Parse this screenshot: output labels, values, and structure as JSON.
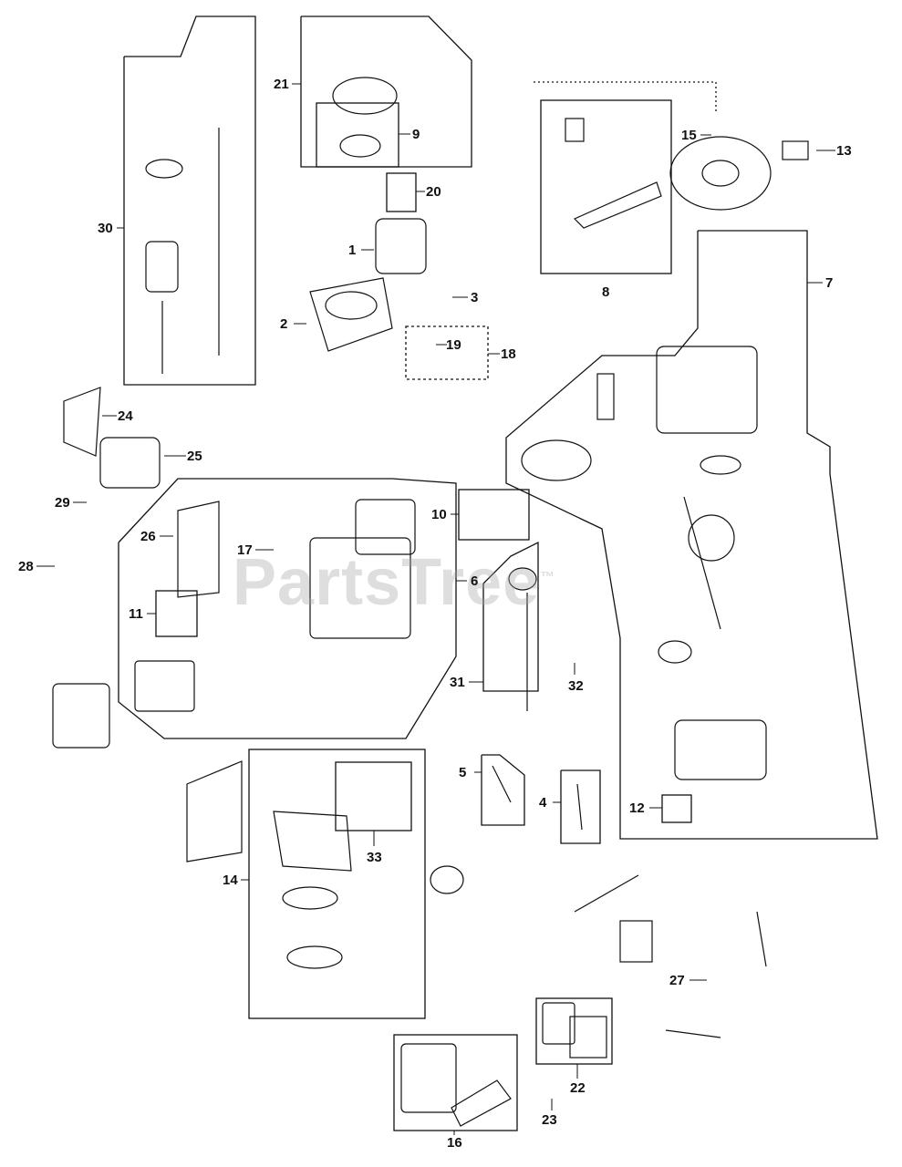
{
  "watermark": "PartsTree",
  "trademark": "™",
  "labels": [
    "30",
    "21",
    "9",
    "20",
    "1",
    "3",
    "2",
    "19",
    "18",
    "15",
    "13",
    "8",
    "7",
    "24",
    "25",
    "29",
    "26",
    "17",
    "10",
    "6",
    "28",
    "11",
    "31",
    "32",
    "5",
    "4",
    "12",
    "14",
    "33",
    "27",
    "22",
    "23",
    "16"
  ]
}
